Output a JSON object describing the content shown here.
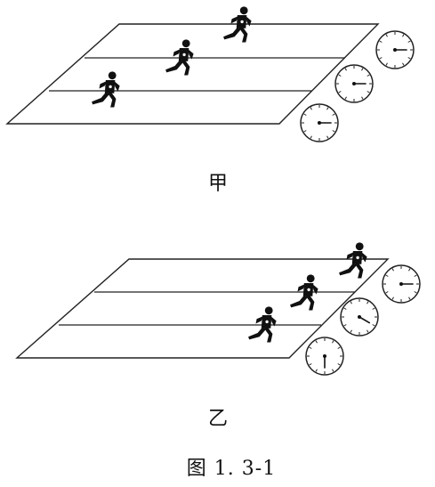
{
  "panels": [
    {
      "label": "甲",
      "clock_angles_deg": [
        90,
        90,
        90
      ]
    },
    {
      "label": "乙",
      "clock_angles_deg": [
        90,
        120,
        180
      ]
    }
  ],
  "caption": "图 1. 3-1",
  "colors": {
    "ink": "#111111",
    "background": "#ffffff"
  }
}
